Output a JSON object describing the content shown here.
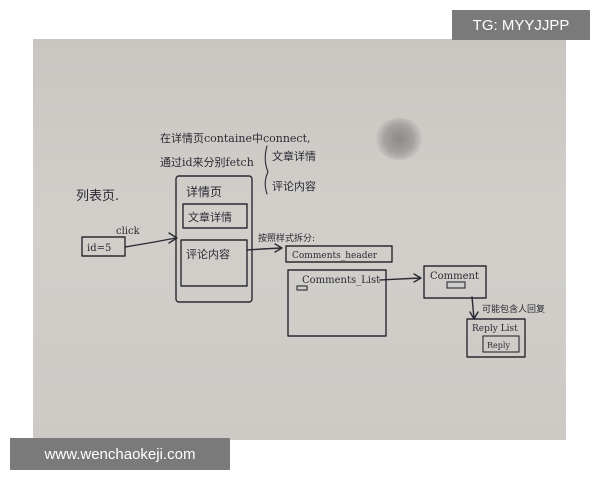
{
  "watermarks": {
    "top_right": "TG: MYYJJPP",
    "bottom_left": "www.wenchaokeji.com"
  },
  "notes": {
    "top_line1": "在详情页containe中connect,",
    "top_line2": "通过id来分别fetch",
    "fetch_item1": "文章详情",
    "fetch_item2": "评论内容",
    "list_page": "列表页.",
    "click": "click",
    "split_note": "按照样式拆分:",
    "reply_note": "可能包含人回复"
  },
  "boxes": {
    "id_box": "id=5",
    "detail_page": "详情页",
    "article_detail": "文章详情",
    "comment_content": "评论内容",
    "comments_header": "Comments_header",
    "comments_list": "Comments_List",
    "comment": "Comment",
    "reply_list": "Reply List",
    "reply": "Reply"
  }
}
